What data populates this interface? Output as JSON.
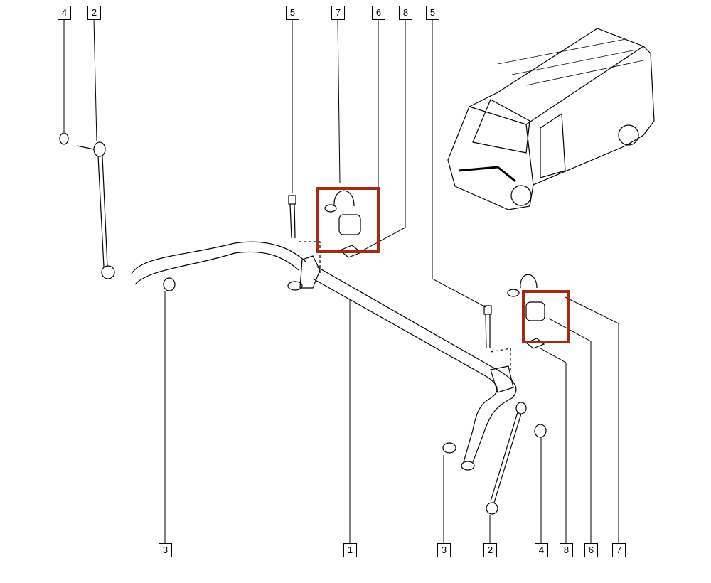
{
  "diagram": {
    "top_callouts": [
      "4",
      "2",
      "5",
      "7",
      "6",
      "8",
      "5"
    ],
    "bottom_callouts": [
      "3",
      "1",
      "3",
      "2",
      "4",
      "8",
      "6",
      "7"
    ],
    "highlight_color": "#a52a12",
    "highlighted_parts": [
      "6",
      "6"
    ]
  }
}
